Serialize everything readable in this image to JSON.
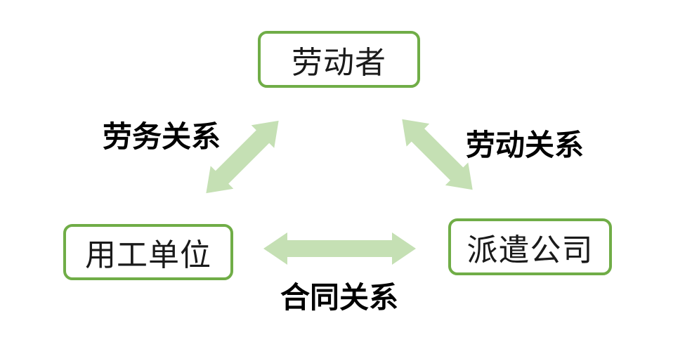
{
  "diagram": {
    "nodes": [
      {
        "id": "worker",
        "label": "劳动者"
      },
      {
        "id": "employing-unit",
        "label": "用工单位"
      },
      {
        "id": "dispatch-company",
        "label": "派遣公司"
      }
    ],
    "edges": [
      {
        "id": "labor-service",
        "label": "劳务关系",
        "from": "worker",
        "to": "employing-unit",
        "style": "double-headed-arrow"
      },
      {
        "id": "labor",
        "label": "劳动关系",
        "from": "worker",
        "to": "dispatch-company",
        "style": "double-headed-arrow"
      },
      {
        "id": "contract",
        "label": "合同关系",
        "from": "employing-unit",
        "to": "dispatch-company",
        "style": "double-headed-arrow"
      }
    ]
  },
  "colors": {
    "box-border": "#70AD47",
    "arrow-fill": "#C5E0B4",
    "node-text": "#1a1a1a",
    "label-text": "#000000",
    "background": "#FFFFFF"
  }
}
